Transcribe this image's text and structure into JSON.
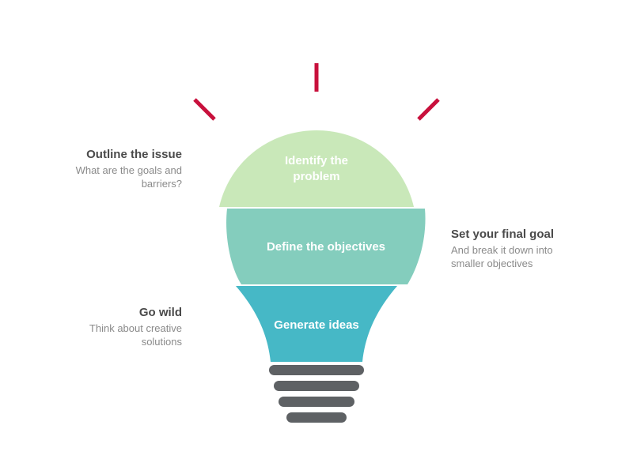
{
  "colors": {
    "ray": "#c8103c",
    "top_segment": "#c9e8b9",
    "middle_segment": "#84cdbd",
    "bottom_segment": "#46b8c6",
    "base": "#5e6164"
  },
  "bulb": {
    "top_label": "Identify the problem",
    "middle_label": "Define the objectives",
    "bottom_label": "Generate ideas"
  },
  "notes": {
    "outline": {
      "title": "Outline the issue",
      "desc": "What are the goals and barriers?"
    },
    "goal": {
      "title": "Set your final goal",
      "desc": "And break it down into smaller objectives"
    },
    "wild": {
      "title": "Go wild",
      "desc": "Think about creative solutions"
    }
  }
}
